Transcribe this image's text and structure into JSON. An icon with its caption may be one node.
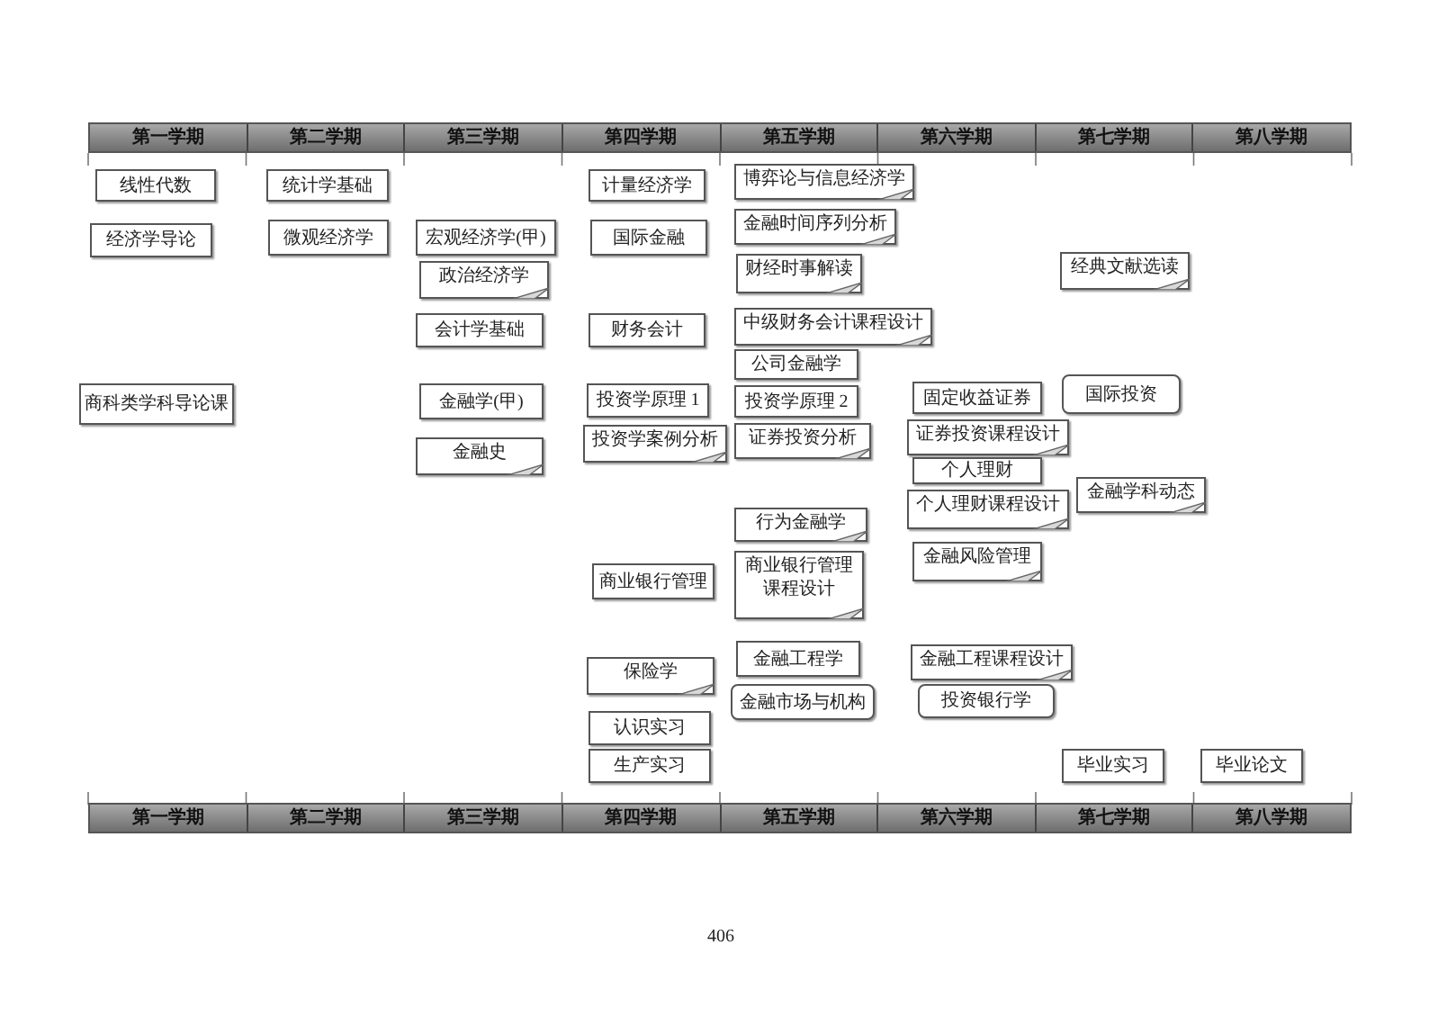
{
  "diagram": {
    "nodes": [
      {
        "text": [
          "线性代数"
        ]
      },
      {
        "text": [
          "经济学导论"
        ]
      },
      {
        "text": [
          "商科类学科导论课"
        ]
      },
      {
        "text": [
          "统计学基础"
        ]
      },
      {
        "text": [
          "微观经济学"
        ]
      },
      {
        "text": [
          "宏观经济学(甲)"
        ]
      },
      {
        "text": [
          "政治经济学"
        ]
      },
      {
        "text": [
          "会计学基础"
        ]
      },
      {
        "text": [
          "金融学(甲)"
        ]
      },
      {
        "text": [
          "金融史"
        ]
      },
      {
        "text": [
          "计量经济学"
        ]
      },
      {
        "text": [
          "国际金融"
        ]
      },
      {
        "text": [
          "财务会计"
        ]
      },
      {
        "text": [
          "投资学原理 1"
        ]
      },
      {
        "text": [
          "投资学案例分析"
        ]
      },
      {
        "text": [
          "商业银行管理"
        ]
      },
      {
        "text": [
          "保险学"
        ]
      },
      {
        "text": [
          "认识实习"
        ]
      },
      {
        "text": [
          "生产实习"
        ]
      },
      {
        "text": [
          "博弈论与信息经济学"
        ]
      },
      {
        "text": [
          "金融时间序列分析"
        ]
      },
      {
        "text": [
          "财经时事解读"
        ]
      },
      {
        "text": [
          "中级财务会计课程设计"
        ]
      },
      {
        "text": [
          "公司金融学"
        ]
      },
      {
        "text": [
          "投资学原理 2"
        ]
      },
      {
        "text": [
          "证券投资分析"
        ]
      },
      {
        "text": [
          "行为金融学"
        ]
      },
      {
        "text": [
          "商业银行管理课程设计"
        ]
      },
      {
        "text": [
          "金融工程学"
        ]
      },
      {
        "text": [
          "金融市场与机构"
        ]
      },
      {
        "text": [
          "固定收益证券"
        ]
      },
      {
        "text": [
          "证券投资课程设计"
        ]
      },
      {
        "text": [
          "个人理财"
        ]
      },
      {
        "text": [
          "个人理财课程设计"
        ]
      },
      {
        "text": [
          "金融风险管理"
        ]
      },
      {
        "text": [
          "金融工程课程设计"
        ]
      },
      {
        "text": [
          "投资银行学"
        ]
      },
      {
        "text": [
          "经典文献选读"
        ]
      },
      {
        "text": [
          "国际投资"
        ]
      },
      {
        "text": [
          "金融学科动态"
        ]
      },
      {
        "text": [
          "毕业实习"
        ]
      },
      {
        "text": [
          "毕业论文"
        ]
      }
    ],
    "labels": [
      "第一学期",
      "第二学期",
      "第三学期",
      "第四学期",
      "第五学期",
      "第六学期",
      "第七学期",
      "第八学期",
      "第一学期",
      "第二学期",
      "第三学期",
      "第四学期",
      "第五学期",
      "第六学期",
      "第七学期",
      "第八学期",
      "406"
    ]
  }
}
